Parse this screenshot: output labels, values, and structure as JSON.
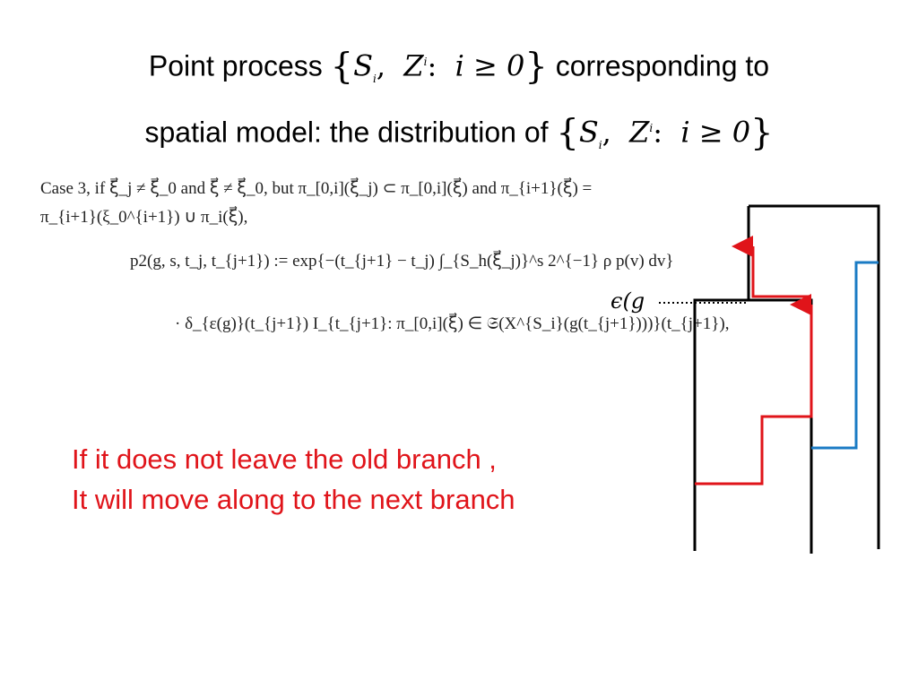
{
  "title": {
    "line1_prefix": "Point process ",
    "line1_suffix": " corresponding  to",
    "line2_prefix": "spatial model: the distribution of ",
    "math_S": "S",
    "math_i_sub": "i",
    "math_Z": "Z",
    "math_i_sup": "i",
    "math_cond": "i ≥ 0"
  },
  "excerpt": {
    "case_line1": "Case 3, if ξ⃗_j ≠ ξ⃗_0 and ξ⃗ ≠ ξ⃗_0, but π_[0,i](ξ⃗_j) ⊂ π_[0,i](ξ⃗) and π_{i+1}(ξ⃗) =",
    "case_line2": "π_{i+1}(ξ_0^{i+1}) ∪ π_i(ξ⃗),",
    "equation_1": "p2(g, s, t_j, t_{j+1}) := exp{−(t_{j+1} − t_j) ∫_{S_h(ξ⃗_j)}^s 2^{−1} ρ p(v) dv}",
    "equation_2": "· δ_{ε(g)}(t_{j+1}) I_{t_{j+1}: π_[0,i](ξ⃗) ∈ 𝔖(X^{S_i}(g(t_{j+1})))}(t_{j+1}),"
  },
  "note": {
    "line1": "If it does not leave the old branch ,",
    "line2": "It will move along to the next branch"
  },
  "diagram": {
    "label": "ϵ(g",
    "colors": {
      "tree": "#000000",
      "path_red": "#e0141a",
      "path_blue": "#1a7bc4"
    }
  }
}
